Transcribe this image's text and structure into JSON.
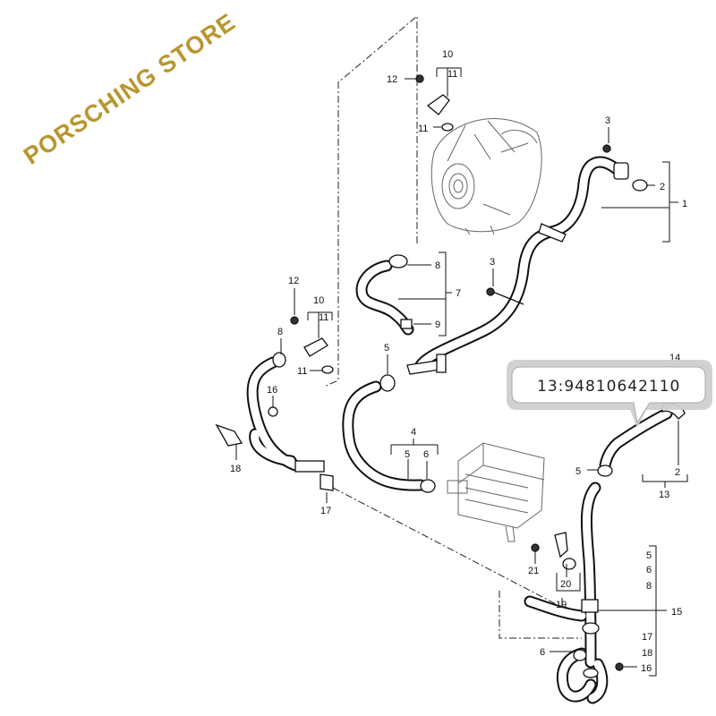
{
  "watermark": {
    "text": "PORSCHING STORE",
    "color": "#b8962e"
  },
  "callout": {
    "text": "13:94810642110"
  },
  "labels": {
    "l_10a": "10",
    "l_11a": "11",
    "l_12a": "12",
    "l_11b": "11",
    "l_3a": "3",
    "l_2a": "2",
    "l_1": "1",
    "l_8a": "8",
    "l_7": "7",
    "l_9": "9",
    "l_3b": "3",
    "l_12b": "12",
    "l_10b": "10",
    "l_11c": "11",
    "l_8b": "8",
    "l_11d": "11",
    "l_5a": "5",
    "l_16a": "16",
    "l_18a": "18",
    "l_17a": "17",
    "l_4": "4",
    "l_5b": "5",
    "l_6a": "6",
    "l_14": "14",
    "l_5c": "5",
    "l_2b": "2",
    "l_13": "13",
    "l_21": "21",
    "l_20": "20",
    "l_19": "19",
    "l_5d": "5",
    "l_6b": "6",
    "l_8c": "8",
    "l_15": "15",
    "l_17b": "17",
    "l_18b": "18",
    "l_16b": "16",
    "l_6c": "6"
  }
}
